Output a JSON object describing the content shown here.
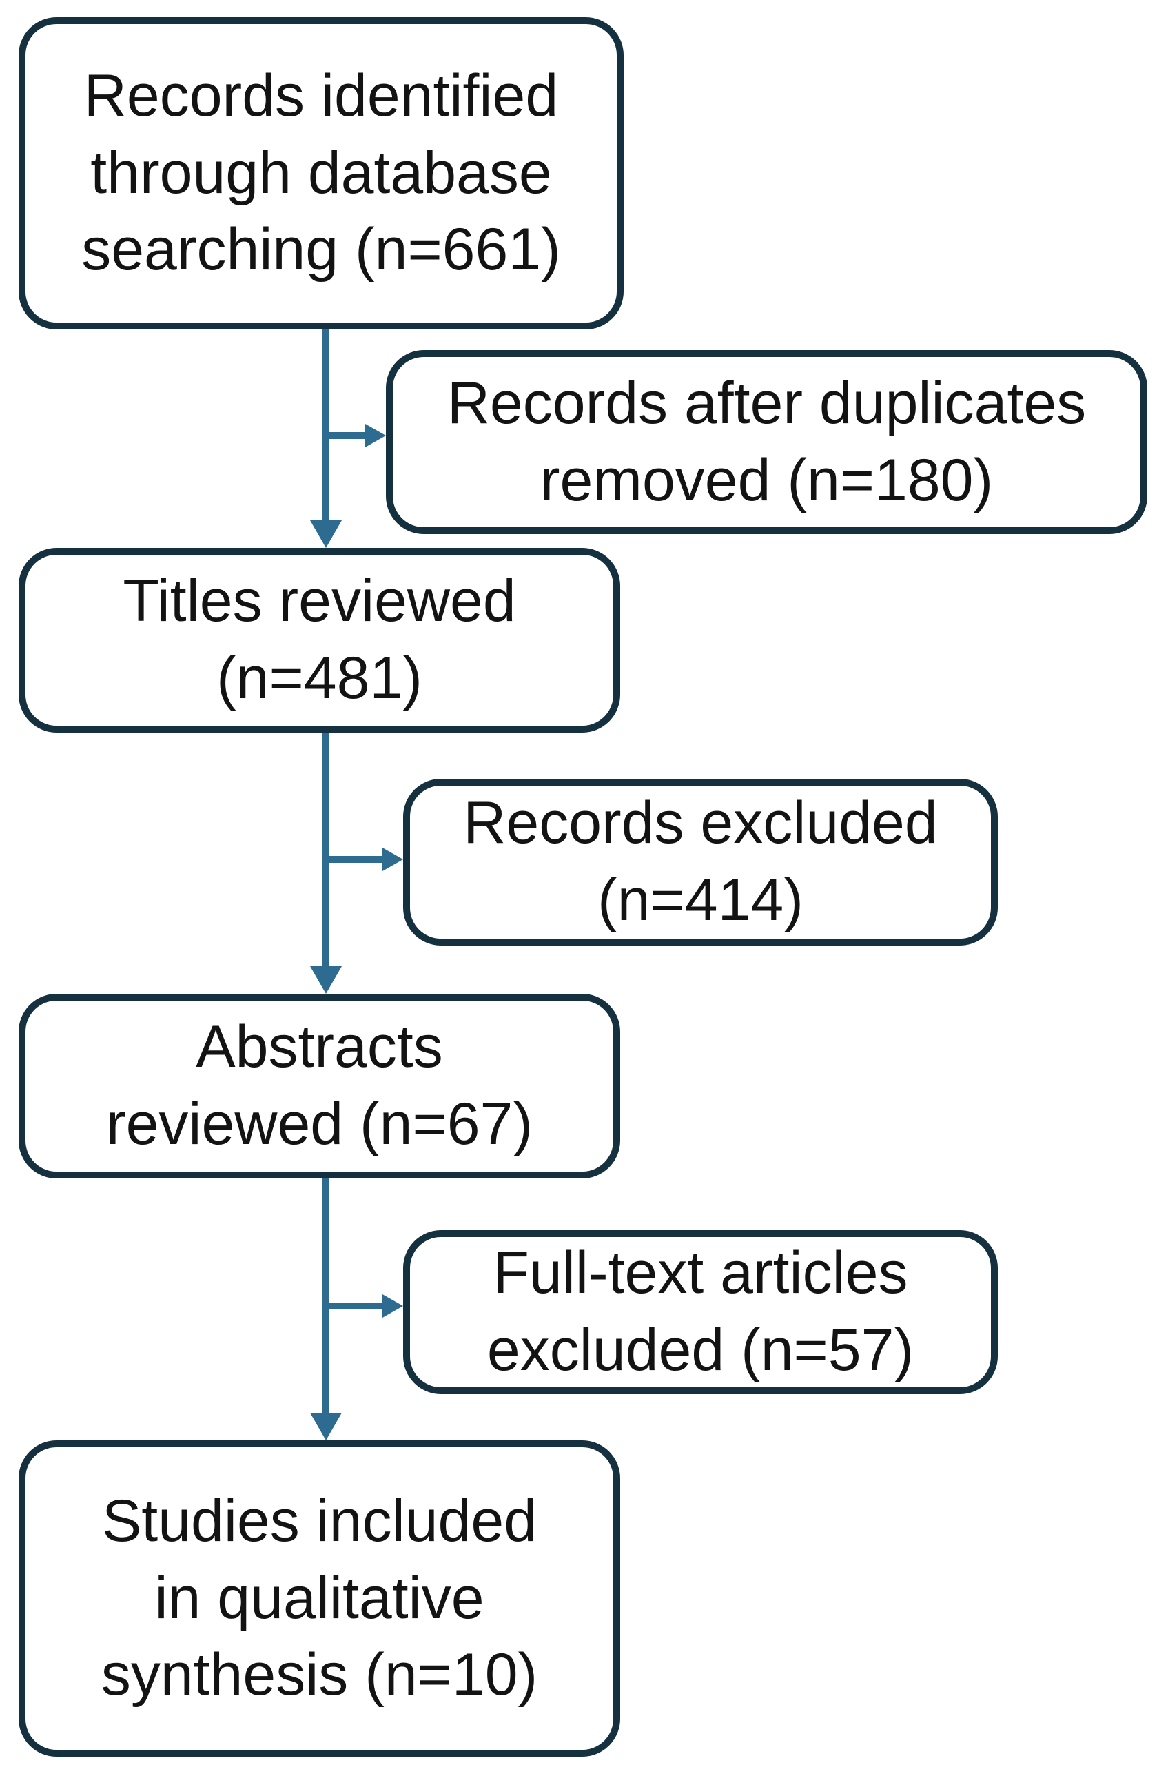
{
  "colors": {
    "background": "#ffffff",
    "box_border": "#15303e",
    "arrow": "#2d6b91",
    "text": "#131313"
  },
  "flow": {
    "boxes": [
      {
        "id": "records-identified",
        "lines": [
          "Records identified",
          "through database",
          "searching (n=661)"
        ],
        "count": 661
      },
      {
        "id": "duplicates-removed",
        "lines": [
          "Records after duplicates",
          "removed (n=180)"
        ],
        "count": 180
      },
      {
        "id": "titles-reviewed",
        "lines": [
          "Titles reviewed",
          "(n=481)"
        ],
        "count": 481
      },
      {
        "id": "records-excluded",
        "lines": [
          "Records excluded",
          "(n=414)"
        ],
        "count": 414
      },
      {
        "id": "abstracts-reviewed",
        "lines": [
          "Abstracts",
          "reviewed (n=67)"
        ],
        "count": 67
      },
      {
        "id": "fulltext-excluded",
        "lines": [
          "Full-text articles",
          "excluded (n=57)"
        ],
        "count": 57
      },
      {
        "id": "studies-included",
        "lines": [
          "Studies included",
          "in qualitative",
          "synthesis (n=10)"
        ],
        "count": 10
      }
    ],
    "connections": [
      {
        "from": "records-identified",
        "to": "duplicates-removed",
        "type": "branch-right"
      },
      {
        "from": "records-identified",
        "to": "titles-reviewed",
        "type": "main-down"
      },
      {
        "from": "titles-reviewed",
        "to": "records-excluded",
        "type": "branch-right"
      },
      {
        "from": "titles-reviewed",
        "to": "abstracts-reviewed",
        "type": "main-down"
      },
      {
        "from": "abstracts-reviewed",
        "to": "fulltext-excluded",
        "type": "branch-right"
      },
      {
        "from": "abstracts-reviewed",
        "to": "studies-included",
        "type": "main-down"
      }
    ]
  }
}
